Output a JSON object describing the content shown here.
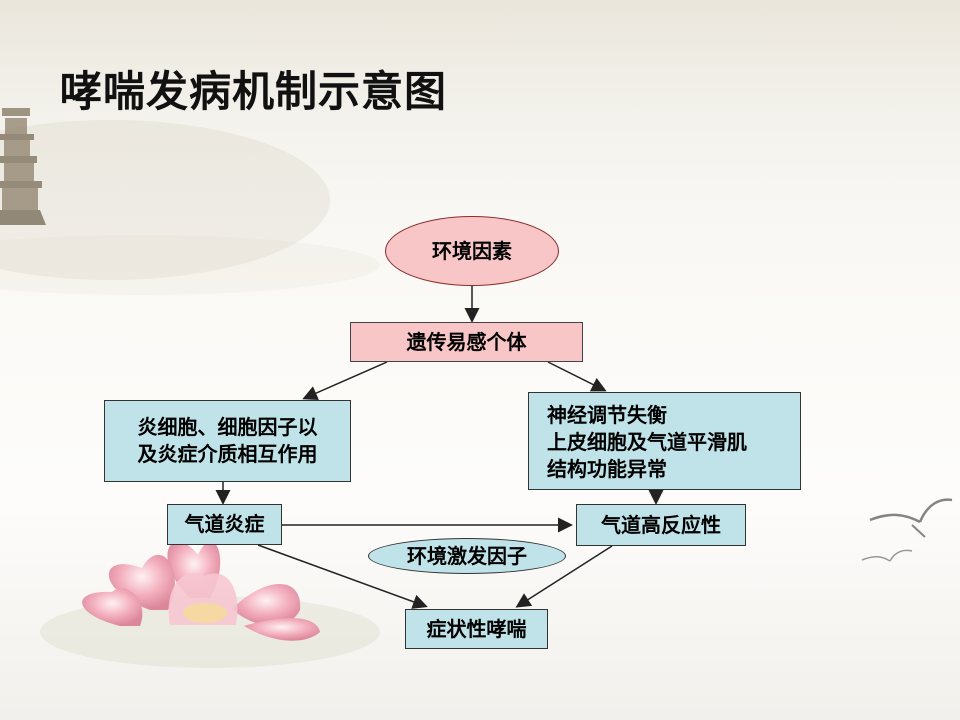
{
  "page": {
    "title": "哮喘发病机制示意图"
  },
  "diagram": {
    "nodes": {
      "environment": "环境因素",
      "susceptible": "遗传易感个体",
      "inflammation": {
        "line1": "炎细胞、细胞因子以",
        "line2": "及炎症介质相互作用"
      },
      "neural": {
        "line1": "神经调节失衡",
        "line2": "上皮细胞及气道平滑肌",
        "line3": "结构功能异常"
      },
      "airway_inflammation": "气道炎症",
      "airway_hyper": "气道高反应性",
      "trigger": "环境激发因子",
      "symptom": "症状性哮喘"
    }
  },
  "colors": {
    "pink_fill": "#f8c6c6",
    "teal_fill": "#bfe3e8",
    "arrow": "#222222"
  },
  "icons": {
    "pagoda": "pagoda-illustration",
    "lotus": "lotus-flower-illustration",
    "birds": "flying-birds-illustration"
  }
}
